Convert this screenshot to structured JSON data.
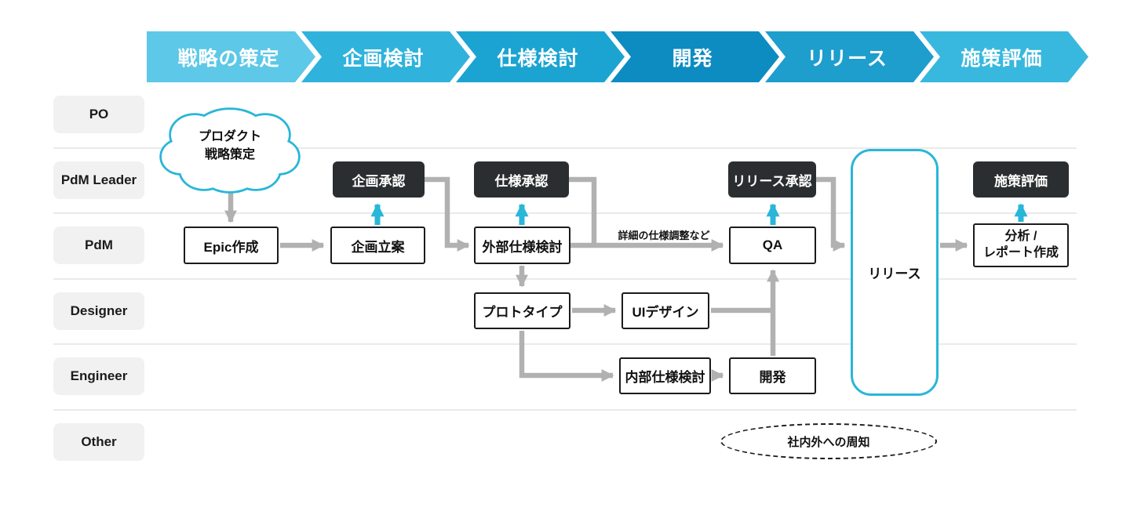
{
  "phases": [
    {
      "label": "戦略の策定",
      "color": "#5dc8e7"
    },
    {
      "label": "企画検討",
      "color": "#2fb3dc"
    },
    {
      "label": "仕様検討",
      "color": "#1ba4d2"
    },
    {
      "label": "開発",
      "color": "#0d8cc2"
    },
    {
      "label": "リリース",
      "color": "#1d9ecd"
    },
    {
      "label": "施策評価",
      "color": "#38b8de"
    }
  ],
  "lanes": [
    {
      "label": "PO"
    },
    {
      "label": "PdM Leader"
    },
    {
      "label": "PdM"
    },
    {
      "label": "Designer"
    },
    {
      "label": "Engineer"
    },
    {
      "label": "Other"
    }
  ],
  "nodes": {
    "strategy_cloud": {
      "line1": "プロダクト",
      "line2": "戦略策定"
    },
    "epic_create": {
      "label": "Epic作成"
    },
    "plan_draft": {
      "label": "企画立案"
    },
    "plan_approval": {
      "label": "企画承認"
    },
    "external_spec": {
      "label": "外部仕様検討"
    },
    "spec_approval": {
      "label": "仕様承認"
    },
    "prototype": {
      "label": "プロトタイプ"
    },
    "ui_design": {
      "label": "UIデザイン"
    },
    "internal_spec": {
      "label": "内部仕様検討"
    },
    "development": {
      "label": "開発"
    },
    "qa": {
      "label": "QA"
    },
    "release_approval": {
      "label": "リリース承認"
    },
    "release": {
      "label": "リリース"
    },
    "analysis_report": {
      "line1": "分析 /",
      "line2": "レポート作成"
    },
    "measure_evaluation": {
      "label": "施策評価"
    },
    "announcement": {
      "label": "社内外への周知"
    }
  },
  "annotations": {
    "spec_adjust_label": "詳細の仕様調整など"
  },
  "colors": {
    "accent": "#29b6d8",
    "arrow": "#b1b1b1",
    "dark_box": "#2b2e30",
    "lane_bg": "#f1f1f2"
  }
}
